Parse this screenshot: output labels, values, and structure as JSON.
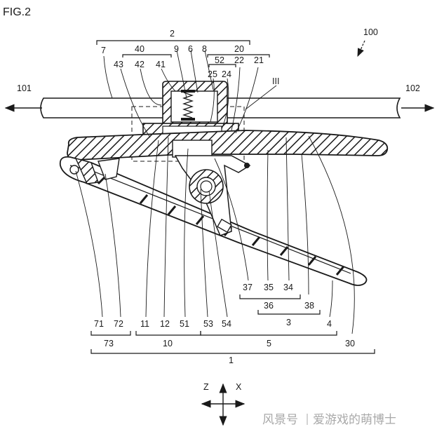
{
  "figure_label": "FIG.2",
  "labels": {
    "l100": "100",
    "l101": "101",
    "l102": "102",
    "l2": "2",
    "l7": "7",
    "l40": "40",
    "l9": "9",
    "l6": "6",
    "l8": "8",
    "l20": "20",
    "l43": "43",
    "l42": "42",
    "l41": "41",
    "l52": "52",
    "l22": "22",
    "l21": "21",
    "l25": "25",
    "l24": "24",
    "lIII": "III",
    "l71": "71",
    "l72": "72",
    "l11": "11",
    "l12": "12",
    "l51": "51",
    "l53": "53",
    "l54": "54",
    "l37": "37",
    "l35": "35",
    "l34": "34",
    "l36": "36",
    "l38": "38",
    "l3": "3",
    "l4": "4",
    "l73": "73",
    "l10": "10",
    "l5": "5",
    "l30": "30",
    "l1": "1",
    "axis_z": "Z",
    "axis_x": "X"
  },
  "watermark": {
    "left": "风景号",
    "right": "爱游戏的萌博士"
  }
}
